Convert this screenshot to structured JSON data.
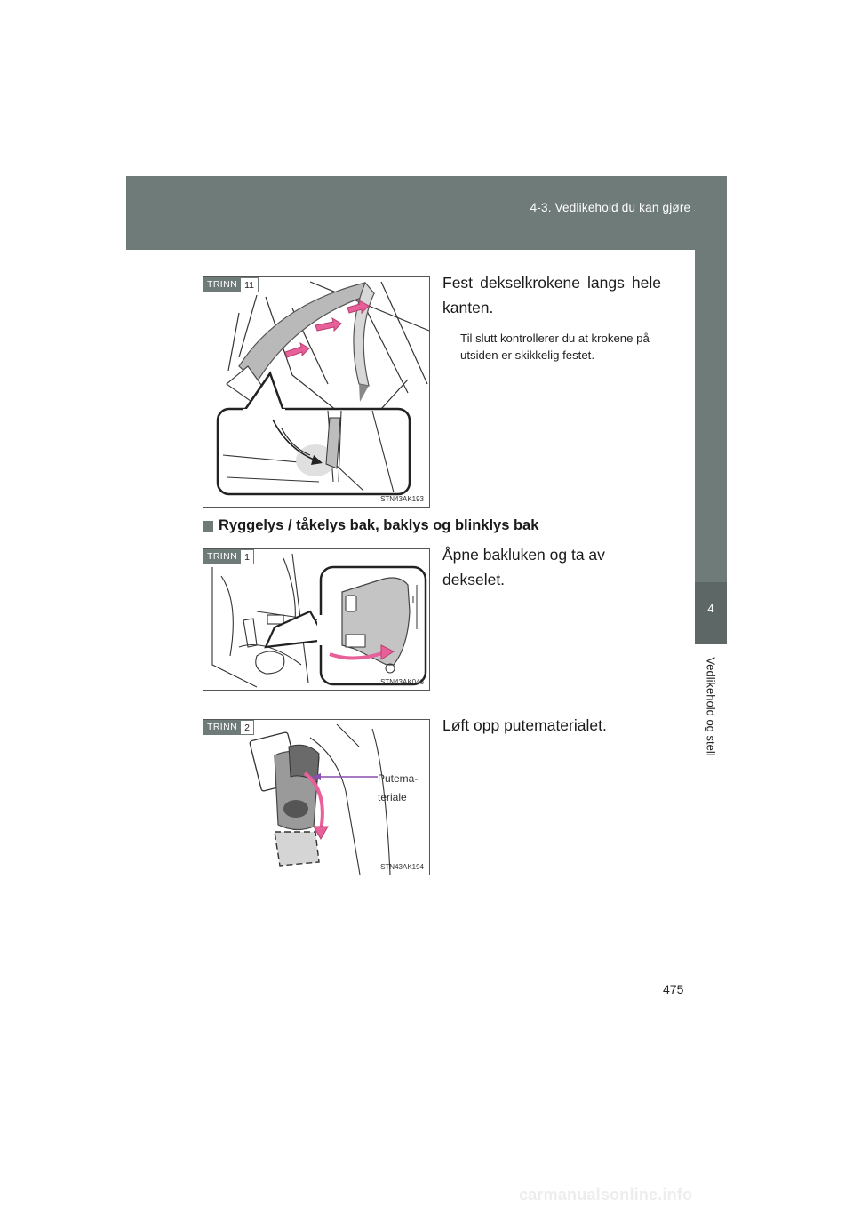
{
  "header": {
    "section_title": "4-3. Vedlikehold du kan gjøre selv"
  },
  "side_tab": {
    "chapter_number": "4",
    "chapter_label": "Vedlikehold og stell"
  },
  "steps": [
    {
      "badge_word": "TRINN",
      "badge_number": "11",
      "figure_code": "STN43AK193",
      "text": "Fest dekselkrokene langs hele kanten.",
      "note": "Til slutt kontrollerer du at krokene på utsiden er skikkelig festet."
    },
    {
      "badge_word": "TRINN",
      "badge_number": "1",
      "figure_code": "STN43AK046",
      "text": "Åpne bakluken og ta av dekselet."
    },
    {
      "badge_word": "TRINN",
      "badge_number": "2",
      "figure_code": "STN43AK194",
      "text": "Løft opp putematerialet.",
      "callout_line1": "Putema-",
      "callout_line2": "teriale"
    }
  ],
  "section": {
    "heading": "Ryggelys / tåkelys bak, baklys og blinklys bak"
  },
  "colors": {
    "band": "#6f7b79",
    "arrow_pink": "#e8609a",
    "callout_purple": "#8a4fb0"
  },
  "footer": {
    "page_number": "475",
    "watermark": "carmanualsonline.info"
  }
}
